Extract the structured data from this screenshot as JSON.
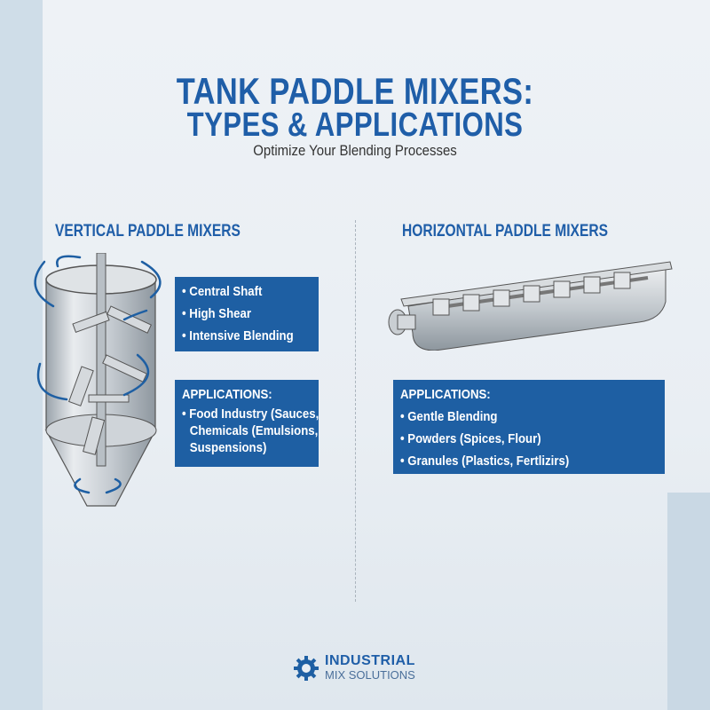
{
  "header": {
    "title_line1": "TANK PADDLE MIXERS:",
    "title_line2": "TYPES & APPLICATIONS",
    "subtitle": "Optimize Your Blending Processes"
  },
  "vertical": {
    "title": "VERTICAL PADDLE MIXERS",
    "features": [
      "• Central Shaft",
      "• High Shear",
      "• Intensive Blending"
    ],
    "applications_label": "APPLICATIONS:",
    "applications": [
      "• Food Industry (Sauces,",
      "  Chemicals (Emulsions,",
      "  Suspensions)"
    ]
  },
  "horizontal": {
    "title": "HORIZONTAL PADDLE MIXERS",
    "applications_label": "APPLICATIONS:",
    "applications": [
      "• Gentle Blending",
      "• Powders (Spices, Flour)",
      "• Granules (Plastics, Fertlizirs)"
    ]
  },
  "footer": {
    "logo_line1": "INDUSTRIAL",
    "logo_line2": "MIX SOLUTIONS"
  },
  "colors": {
    "brand_blue": "#1e5fa3",
    "title_blue": "#1f5ea8"
  }
}
